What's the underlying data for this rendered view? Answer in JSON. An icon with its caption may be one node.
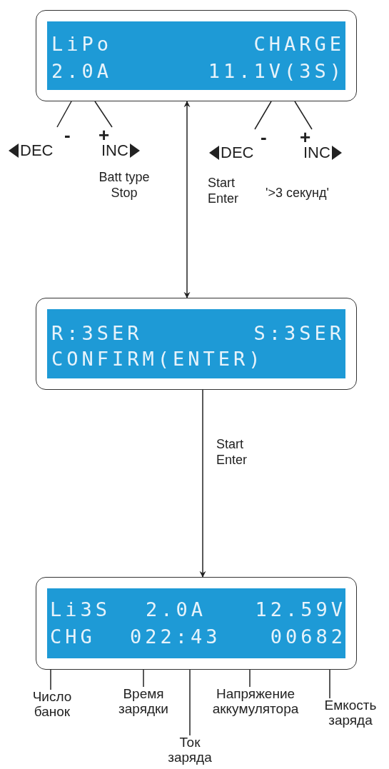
{
  "diagram": {
    "nodes": [
      {
        "text": [
          "LiPo",
          "CHARGE",
          "2.0A",
          "11.1V(3S)"
        ]
      },
      {
        "text": [
          "-",
          "DEC"
        ]
      },
      {
        "text": [
          "+",
          "INC"
        ]
      },
      {
        "text": [
          "-",
          "DEC"
        ]
      },
      {
        "text": [
          "+",
          "INC"
        ]
      },
      {
        "text": [
          "R:3SER",
          "S:3SER",
          "CONFIRM(ENTER)"
        ]
      },
      {
        "text": [
          "Li3S",
          "2.0A",
          "12.59V",
          "CHG",
          "022:43",
          "00682"
        ]
      },
      {
        "text": [
          "Число банок"
        ]
      },
      {
        "text": [
          "Время зарядки"
        ]
      },
      {
        "text": [
          "Ток заряда"
        ]
      },
      {
        "text": [
          "Напряжение аккумулятора"
        ]
      },
      {
        "text": [
          "Емкость заряда"
        ]
      }
    ],
    "edges": [
      {
        "from": 1,
        "to": 0,
        "arrow": "none"
      },
      {
        "from": 2,
        "to": 0,
        "arrow": "none"
      },
      {
        "from": 3,
        "to": 0,
        "arrow": "none"
      },
      {
        "from": 4,
        "to": 0,
        "arrow": "none"
      },
      {
        "from": 0,
        "to": 5,
        "arrow": "both"
      },
      {
        "from": 5,
        "to": 6,
        "arrow": "to",
        "label": "Start Enter"
      },
      {
        "from": 7,
        "to": 6,
        "arrow": "none"
      },
      {
        "from": 8,
        "to": 6,
        "arrow": "none"
      },
      {
        "from": 9,
        "to": 6,
        "arrow": "none"
      },
      {
        "from": 10,
        "to": 6,
        "arrow": "none"
      },
      {
        "from": 11,
        "to": 6,
        "arrow": "none"
      }
    ],
    "labels": [
      "Batt type Stop",
      "Start Enter",
      "'>3 секунд'"
    ]
  }
}
